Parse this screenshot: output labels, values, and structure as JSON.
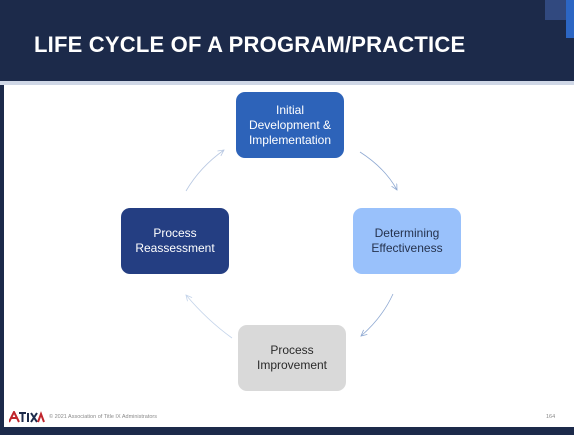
{
  "slide": {
    "title": "LIFE CYCLE OF A PROGRAM/PRACTICE"
  },
  "diagram": {
    "nodes": [
      {
        "label": "Initial Development & Implementation",
        "color": "#2d63b9"
      },
      {
        "label": "Determining Effectiveness",
        "color": "#99c1fb"
      },
      {
        "label": "Process Improvement",
        "color": "#d9d9d9"
      },
      {
        "label": "Process Reassessment",
        "color": "#243e82"
      }
    ],
    "arrow_colors": [
      "#8fa9d2",
      "#8fa9d2",
      "#c4d4ea",
      "#b8c8e2"
    ]
  },
  "footer": {
    "logo_text": "ATIXA",
    "copyright": "© 2021 Association of Title IX Administrators",
    "page_number": "164"
  },
  "colors": {
    "header": "#1c2a4a",
    "accent": "#2c66c4"
  }
}
